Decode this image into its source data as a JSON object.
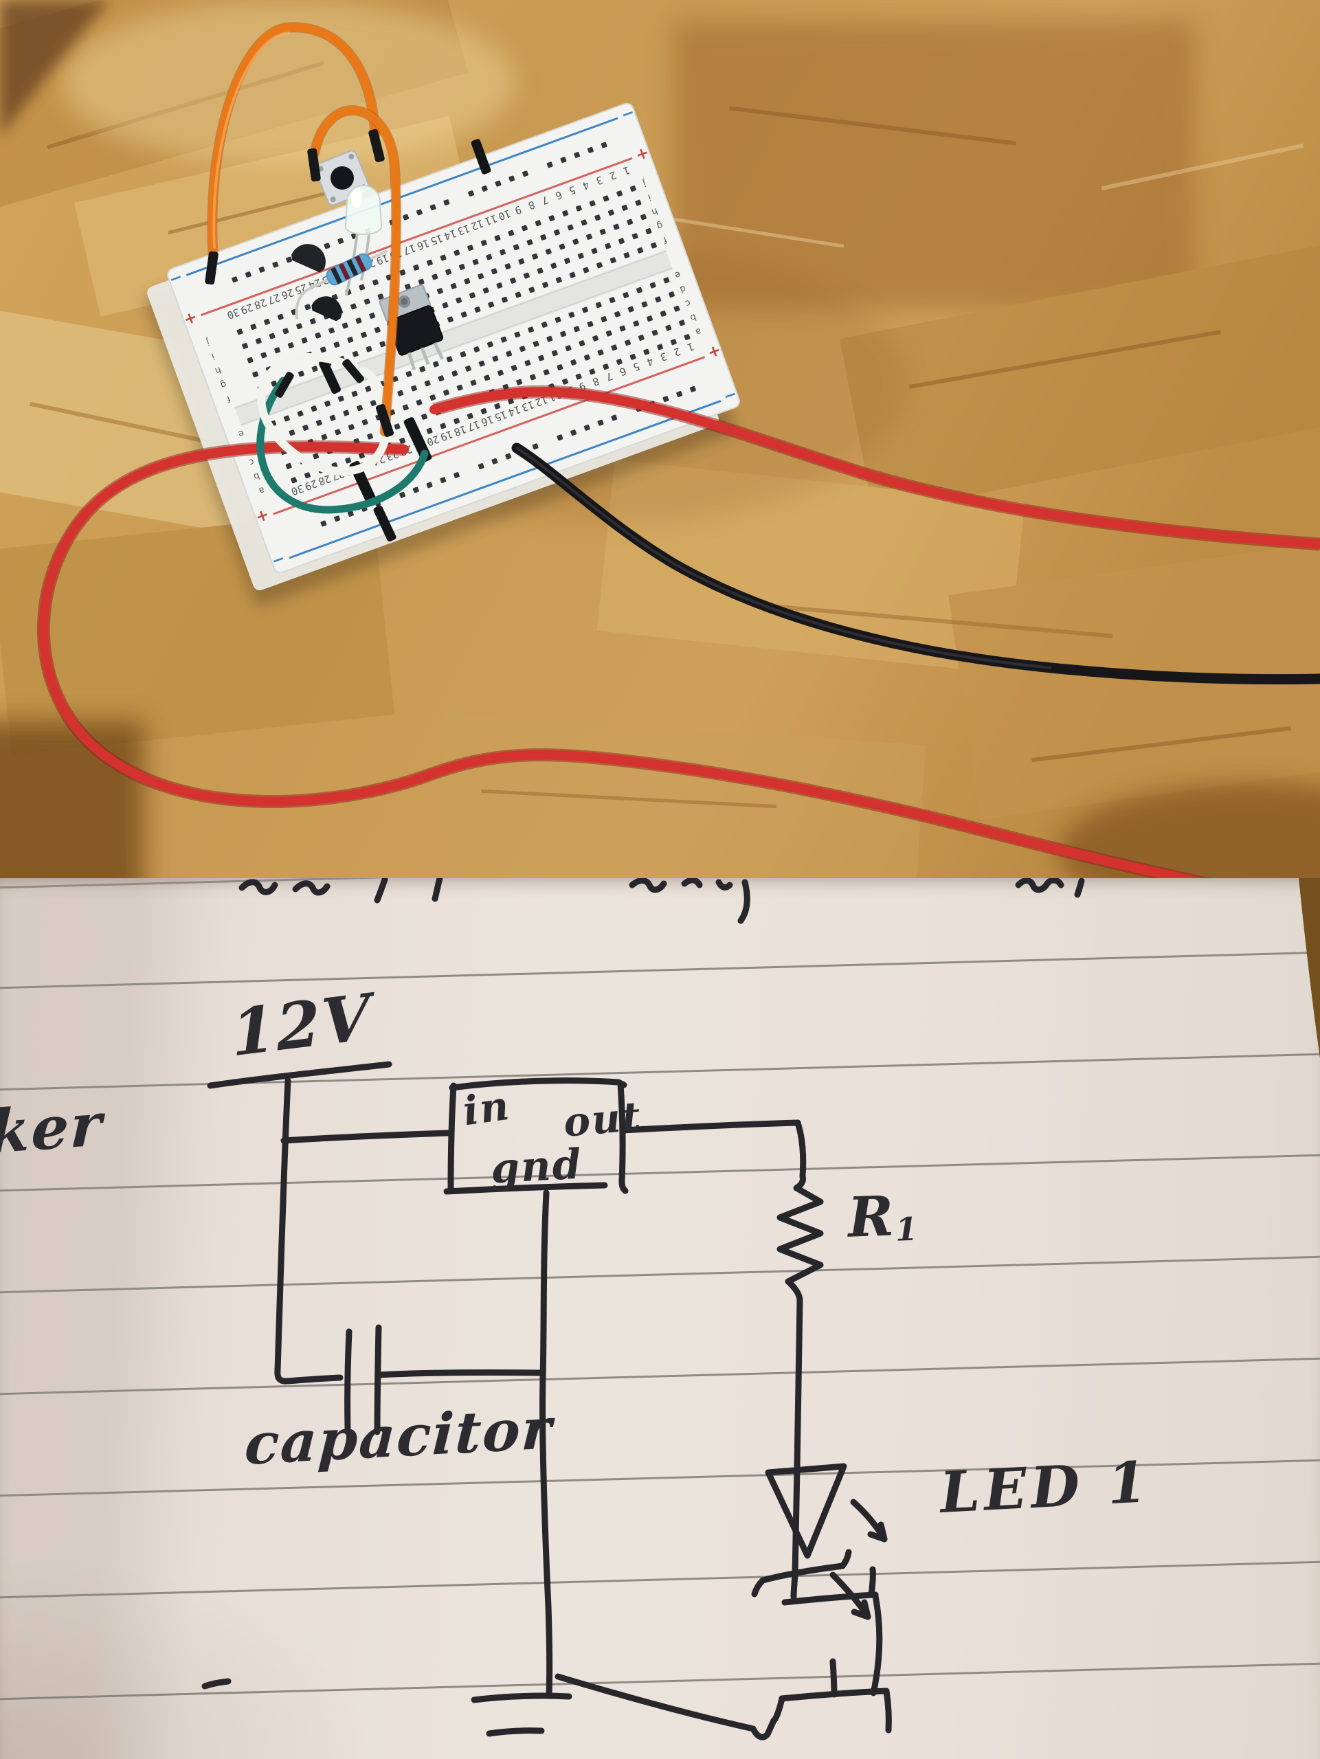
{
  "photo": {
    "description": "breadboard circuit on varnished OSB wood table",
    "breadboard": {
      "column_group_a": "abcde",
      "column_group_b": "fghij",
      "row_numbers": [
        "1",
        "2",
        "3",
        "4",
        "5",
        "6",
        "7",
        "8",
        "9",
        "10",
        "11",
        "12",
        "13",
        "14",
        "15",
        "16",
        "17",
        "18",
        "19",
        "20",
        "21",
        "22",
        "23",
        "24",
        "25",
        "26",
        "27",
        "28",
        "29",
        "30"
      ],
      "rail_positive": "+",
      "rail_negative": "−"
    },
    "components": [
      "orange-jumper-wire",
      "orange-jumper-wire",
      "white-jumper-wire",
      "teal-jumper-wire",
      "red-power-wire",
      "red-wire-loop",
      "black-power-wire",
      "tactile-button",
      "clear-led",
      "blue-resistor",
      "to220-regulator",
      "to92-transistor",
      "to92-transistor",
      "black-header-pins"
    ]
  },
  "schematic": {
    "supply_label": "12V",
    "left_partial_word": "ker",
    "regulator_box": {
      "pin_in": "in",
      "pin_out": "out",
      "pin_gnd": "gnd"
    },
    "resistor_label": {
      "base": "R",
      "sub": "1"
    },
    "led_label": "LED 1",
    "capacitor_label": "capacitor"
  },
  "colors": {
    "ink": "#26262b",
    "paper": "#e8e0d8",
    "rule_line": "#8f8b85",
    "wood": "#c99a55",
    "board_white": "#f3f4f1",
    "wire_orange": "#e87818",
    "wire_red": "#d4322e",
    "wire_black": "#17171a",
    "wire_white": "#f3f3ee",
    "wire_teal": "#1e7a6d",
    "resistor_blue": "#5ba8d6"
  }
}
